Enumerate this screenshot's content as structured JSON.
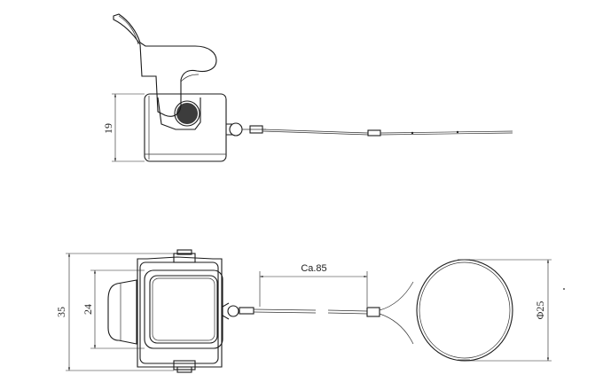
{
  "dimensions": {
    "top_height": "19",
    "outer_height": "35",
    "inner_height": "24",
    "cable_length": "Ca.85",
    "ring_diameter": "Φ25"
  }
}
